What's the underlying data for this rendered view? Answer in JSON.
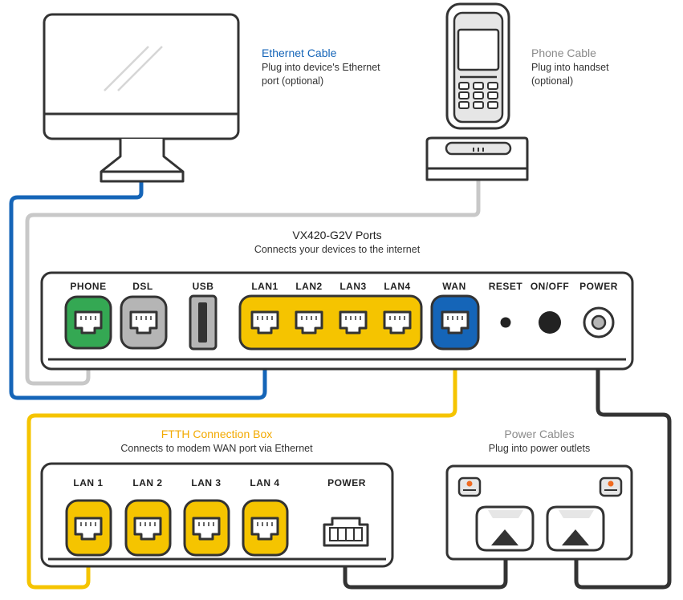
{
  "colors": {
    "ethernet": "#1565b8",
    "phone": "#c8c8c8",
    "ftth": "#f5c400",
    "power": "#333333",
    "phone_port": "#34a853",
    "dsl_port": "#b5b5b5",
    "lan_port": "#f5c400",
    "wan_port": "#1565b8",
    "outline": "#333333",
    "ethernet_title": "#1565b8",
    "ftth_title": "#f2a900",
    "grey_title": "#8a8a8a",
    "power_led": "#f06a1f"
  },
  "callouts": {
    "ethernet": {
      "title": "Ethernet Cable",
      "line1": "Plug into device's Ethernet",
      "line2": "port (optional)"
    },
    "phone": {
      "title": "Phone Cable",
      "line1": "Plug into handset",
      "line2": "(optional)"
    },
    "router": {
      "title": "VX420-G2V Ports",
      "subtitle": "Connects your devices to the internet"
    },
    "ftth": {
      "title": "FTTH Connection Box",
      "subtitle": "Connects to modem WAN port via Ethernet"
    },
    "power": {
      "title": "Power Cables",
      "subtitle": "Plug into power outlets"
    }
  },
  "router_ports": {
    "phone": "PHONE",
    "dsl": "DSL",
    "usb": "USB",
    "lan1": "LAN1",
    "lan2": "LAN2",
    "lan3": "LAN3",
    "lan4": "LAN4",
    "wan": "WAN",
    "reset": "RESET",
    "onoff": "ON/OFF",
    "power": "POWER"
  },
  "ftth_ports": {
    "lan1": "LAN 1",
    "lan2": "LAN 2",
    "lan3": "LAN 3",
    "lan4": "LAN 4",
    "power": "POWER"
  },
  "icons": [
    "computer-monitor-icon",
    "cordless-phone-icon",
    "router-device",
    "ftth-box-device",
    "power-outlet-icon"
  ]
}
